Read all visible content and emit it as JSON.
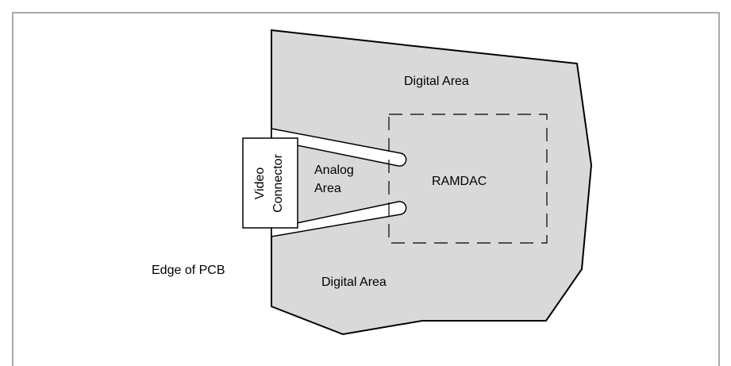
{
  "labels": {
    "digital_area_top": "Digital Area",
    "digital_area_bottom": "Digital Area",
    "ramdac": "RAMDAC",
    "analog_area_line1": "Analog",
    "analog_area_line2": "Area",
    "video_connector_line1": "Video",
    "video_connector_line2": "Connector",
    "edge_of_pcb": "Edge of PCB"
  },
  "colors": {
    "pcb_fill": "#d9d9d9",
    "stroke": "#000000",
    "background": "#ffffff",
    "frame": "#555555"
  }
}
